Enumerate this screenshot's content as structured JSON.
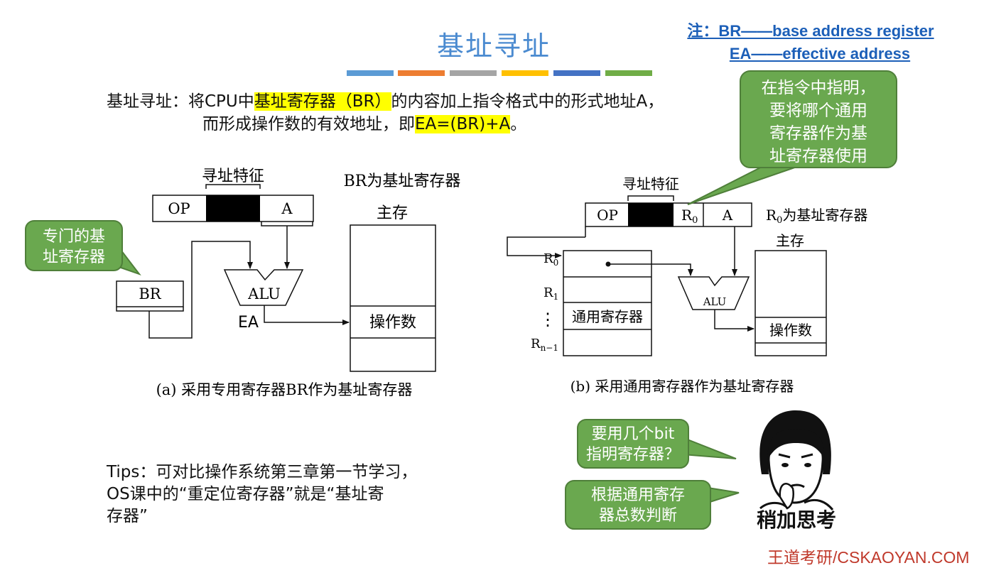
{
  "slide": {
    "title": "基址寻址",
    "note_line1": "注：BR——base address register",
    "note_line2": "EA——effective address",
    "intro_line1_pre": "基址寻址：将CPU中",
    "intro_line1_hl": "基址寄存器（BR）",
    "intro_line1_post": "的内容加上指令格式中的形式地址A，",
    "intro_line2_pre": "而形成操作数的有效地址，即",
    "intro_line2_hl": "EA=(BR)+A",
    "intro_line2_post": "。",
    "tips_line1": "Tips：可对比操作系统第三章第一节学习，",
    "tips_line2": "OS课中的“重定位寄存器”就是“基址寄",
    "tips_line3": "存器”",
    "footer": "王道考研/CSKAOYAN.COM"
  },
  "colors": {
    "title": "#4a8ad0",
    "bars": [
      "#5b9bd5",
      "#ed7d31",
      "#a5a5a5",
      "#ffc000",
      "#4472c4",
      "#70ad47"
    ],
    "callout_fill": "#6aa84f",
    "highlight": "#ffff00",
    "note": "#1c5fb8",
    "footer": "#c0392b"
  },
  "diagram_a": {
    "addressing_feature": "寻址特征",
    "op": "OP",
    "a": "A",
    "br_note": "BR为基址寄存器",
    "memory": "主存",
    "br": "BR",
    "alu": "ALU",
    "ea": "EA",
    "operand": "操作数",
    "caption": "(a) 采用专用寄存器BR作为基址寄存器",
    "callout_line1": "专门的基",
    "callout_line2": "址寄存器"
  },
  "diagram_b": {
    "addressing_feature": "寻址特征",
    "op": "OP",
    "r0_field": "R",
    "r0_sub": "0",
    "a": "A",
    "r0_note_sub": "0",
    "r0_note_rest": "为基址寄存器",
    "memory": "主存",
    "reg_r0": "R",
    "reg_r0_sub": "0",
    "reg_r1": "R",
    "reg_r1_sub": "1",
    "reg_dots": "⋮",
    "reg_rn": "R",
    "reg_rn_sub": "n−1",
    "gpr": "通用寄存器",
    "alu": "ALU",
    "operand": "操作数",
    "caption": "(b) 采用通用寄存器作为基址寄存器",
    "callout_line1": "在指令中指明，",
    "callout_line2": "要将哪个通用",
    "callout_line3": "寄存器作为基",
    "callout_line4": "址寄存器使用"
  },
  "thinking": {
    "q_line1": "要用几个bit",
    "q_line2": "指明寄存器？",
    "a_line1": "根据通用寄存",
    "a_line2": "器总数判断",
    "face_label": "稍加思考"
  }
}
